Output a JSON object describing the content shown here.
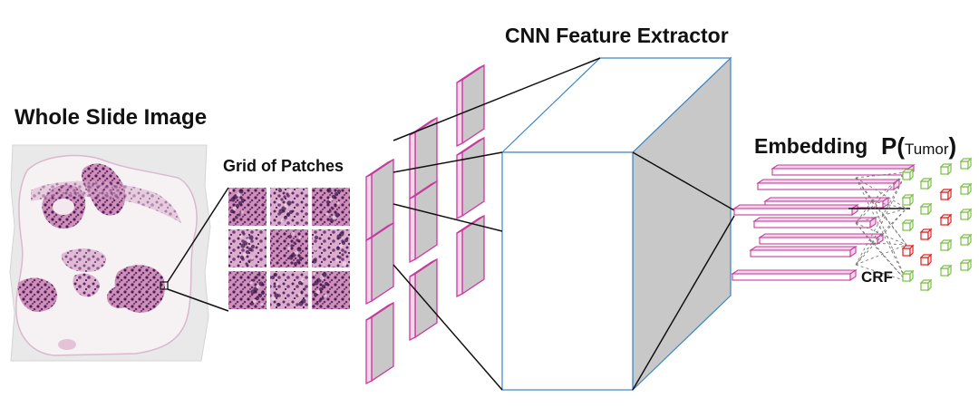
{
  "labels": {
    "whole_slide_image": "Whole Slide Image",
    "grid_of_patches": "Grid of Patches",
    "cnn_feature_extractor": "CNN Feature Extractor",
    "embedding": "Embedding",
    "p_prefix": "P(",
    "tumor": "Tumor",
    "p_suffix": ")",
    "crf": "CRF"
  },
  "colors": {
    "tissue_dark": "#6a2f6e",
    "tissue_light": "#e4c3d6",
    "slide_bg": "#e9e9e9",
    "feature_map_fill": "#c8c8c8",
    "feature_map_border": "#c93a9e",
    "cnn_edge": "#3a86c8",
    "cnn_shade": "#c8c8c8",
    "embedding_border": "#c93a9e",
    "prob_green": "#7bc043",
    "prob_red": "#e0201e",
    "crf_dash": "#777777"
  },
  "probability_grid": {
    "columns": [
      [
        "green",
        "green",
        "green",
        "red",
        "green"
      ],
      [
        "green",
        "green",
        "red",
        "red",
        "green"
      ],
      [
        "green",
        "red",
        "red",
        "green",
        "green"
      ],
      [
        "green",
        "green",
        "green",
        "green",
        "green"
      ]
    ]
  }
}
